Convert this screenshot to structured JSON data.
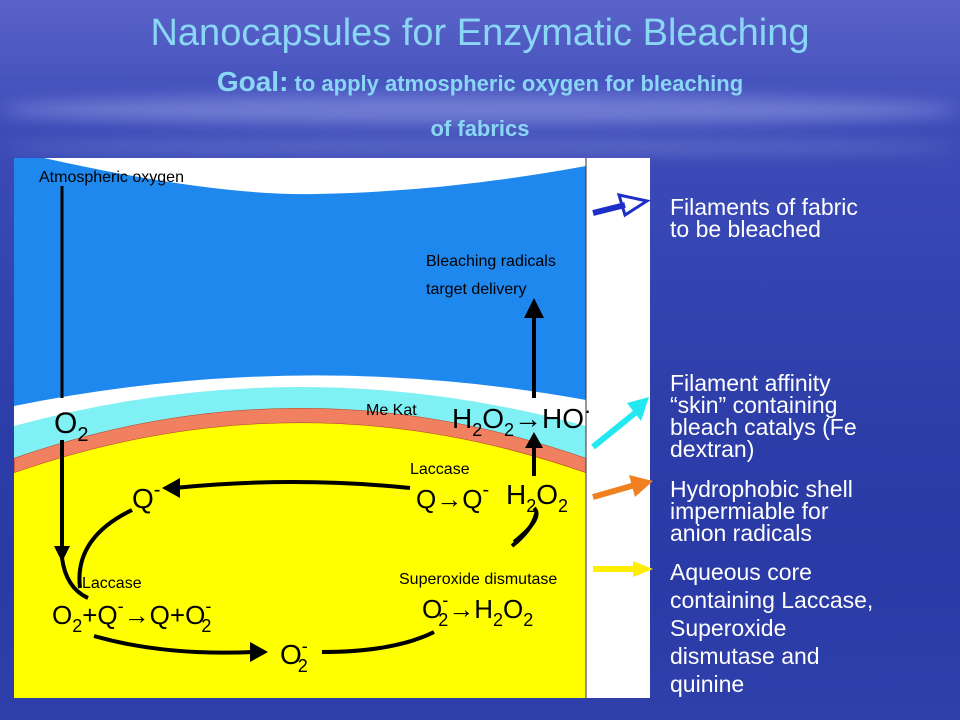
{
  "title": "Nanocapsules for Enzymatic Bleaching",
  "goal_prefix": "Goal:",
  "goal_text": " to apply atmospheric oxygen for bleaching",
  "goal_text2": "of fabrics",
  "diagram": {
    "atmospheric_oxygen": "Atmospheric oxygen",
    "bleaching_radicals_1": "Bleaching radicals",
    "bleaching_radicals_2": "target delivery",
    "me_kat": "Me Kat",
    "laccase_top": "Laccase",
    "laccase_bottom": "Laccase",
    "superoxide_dismutase": "Superoxide dismutase"
  },
  "legend": [
    {
      "line1": "Filaments of fabric",
      "line2": "to be bleached",
      "color": "#1e2fc8"
    },
    {
      "line1": "Filament affinity",
      "line2": "“skin” containing",
      "line3": "bleach catalys (Fe",
      "line4": "dextran)",
      "color": "#22e8f0"
    },
    {
      "line1": "Hydrophobic shell",
      "line2": "impermiable for",
      "line3": "anion radicals",
      "color": "#f08020"
    },
    {
      "line1": "Aqueous core",
      "line2": "containing Laccase,",
      "line3": "Superoxide",
      "line4": "dismutase and",
      "line5": "quinine",
      "color": "#ffee00"
    }
  ],
  "colors": {
    "fabric": "#1e88ee",
    "skin": "#7ff0f4",
    "shell": "#f08060",
    "core": "#ffff00"
  }
}
